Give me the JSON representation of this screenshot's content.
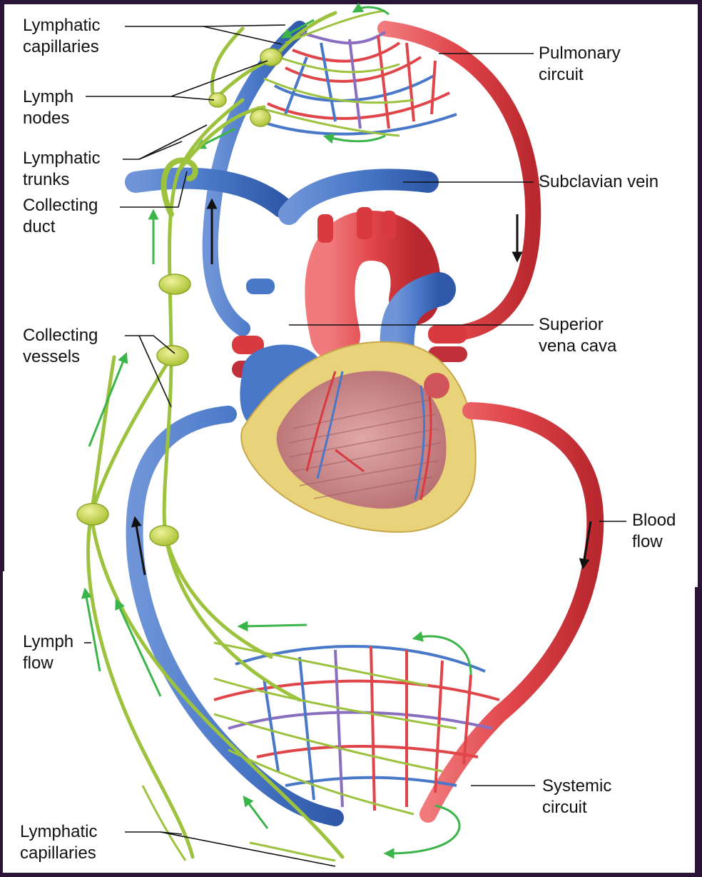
{
  "labels": {
    "lymphatic_capillaries_top": [
      "Lymphatic",
      "capillaries"
    ],
    "lymph_nodes": [
      "Lymph",
      "nodes"
    ],
    "lymphatic_trunks": [
      "Lymphatic",
      "trunks"
    ],
    "collecting_duct": [
      "Collecting",
      "duct"
    ],
    "collecting_vessels": [
      "Collecting",
      "vessels"
    ],
    "lymph_flow": [
      "Lymph",
      "flow"
    ],
    "lymphatic_capillaries_bottom": [
      "Lymphatic",
      "capillaries"
    ],
    "pulmonary_circuit": [
      "Pulmonary",
      "circuit"
    ],
    "subclavian_vein": [
      "Subclavian vein"
    ],
    "superior_vena_cava": [
      "Superior",
      "vena cava"
    ],
    "blood_flow": [
      "Blood",
      "flow"
    ],
    "systemic_circuit": [
      "Systemic",
      "circuit"
    ]
  },
  "colors": {
    "frame": "#2a1438",
    "background": "#ffffff",
    "vein": "#4a78c8",
    "vein_dark": "#2f58a8",
    "artery": "#e0454a",
    "artery_dark": "#b8282e",
    "lymph": "#9cc23e",
    "lymph_node": "#c6d84a",
    "flow_arrow": "#3bb54a",
    "fat": "#e8d27a",
    "myocardium": "#c98a8a"
  },
  "icons": {
    "blood_flow_arrow": "black-arrow-icon",
    "lymph_flow_arrow": "green-arrow-icon"
  }
}
